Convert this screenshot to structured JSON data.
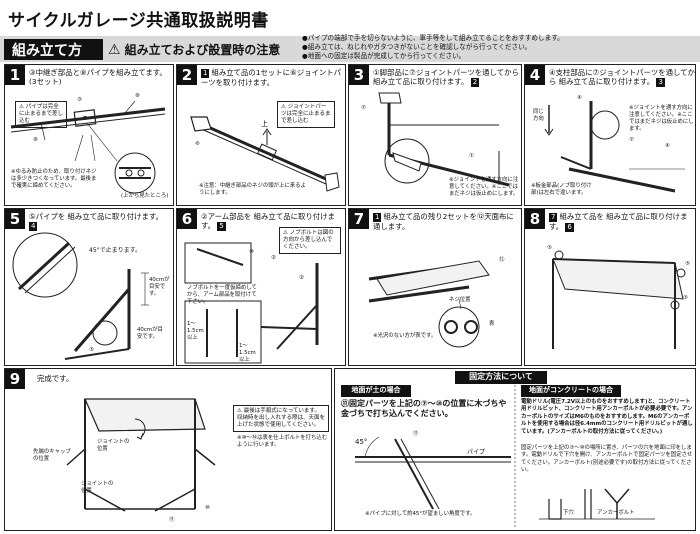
{
  "header": {
    "title": "サイクルガレージ共通取扱説明書",
    "section": "組み立て方",
    "warning_heading": "組み立ておよび設置時の注意",
    "notes": [
      "●パイプの端部で手を切らないように、軍手等をして組み立てることをおすすめします。",
      "●組み立ては、ねじれやガタつきがないことを確認しながら行ってください。",
      "●地面への固定は製品が完成してから行ってください。"
    ]
  },
  "steps": [
    {
      "num": "1",
      "text": "③中継ぎ部品と⑧パイプを組み立てます。(3セット)",
      "sub": "",
      "warning": "パイプは完全に止まるまで差し込む",
      "notes": "※ゆるみ防止のため、取り付けネジは多少きつくなっています。最後まで確実に締めてください。",
      "labels": [
        "⑧",
        "③",
        "⑧",
        "(上から見たところ)"
      ]
    },
    {
      "num": "2",
      "ref": "1",
      "text": "組み立て品の1セットに⑥ジョイントパーツを取り付けます。",
      "warning": "ジョイントパーツは完全に止まるまで差し込む",
      "notes": "※注意：中継ぎ部品のネジの頭が上に来るようにします。",
      "labels": [
        "上",
        "⑥"
      ]
    },
    {
      "num": "3",
      "ref": "2",
      "text": "①脚部品に⑦ジョイントパーツを通してから  組み立て品に取り付けます。",
      "notes": "※ジョイントを通す方向に注意してください。※ここではまだネジは仮止めにします。",
      "labels": [
        "⑦",
        "①"
      ]
    },
    {
      "num": "4",
      "ref": "3",
      "text": "④支柱部品に⑦ジョイントパーツを通してから  組み立て品に取り付けます。",
      "notes": "※ジョイントを通す方向に注意してください。※ここではまだネジは仮止めにします。",
      "notes2": "※板金部品(ノブ取り付け部)は左右で違います。",
      "labels": [
        "同じ方向",
        "④",
        "⑦",
        "④"
      ]
    },
    {
      "num": "5",
      "ref": "4",
      "text": "⑤パイプを  組み立て品に取り付けます。",
      "labels": [
        "45°で止まります。",
        "40cmが目安です。",
        "40cmが目安です。",
        "⑤"
      ]
    },
    {
      "num": "6",
      "ref": "5",
      "text": "②アーム部品を  組み立て品に取り付けます。",
      "warning": "ノブボルトは図の方向から差し込んでください。",
      "notes": "ノブボルトを一度仮締めしてから、アーム部品を取付けて下さい。",
      "labels": [
        "②",
        "②",
        "⑩",
        "1～1.5cm以上",
        "1～1.5cm以上"
      ]
    },
    {
      "num": "7",
      "ref": "1",
      "text": "組み立て品の残り2セットを⑫天面布に通します。",
      "notes": "※光沢のない方が表です。",
      "labels": [
        "ネジ位置",
        "表",
        "⑫"
      ]
    },
    {
      "num": "8",
      "ref": "7",
      "ref2": "6",
      "text": "組み立て品を  組み立て品に取り付けます。",
      "labels": [
        "⑤",
        "⑤",
        "⑤"
      ]
    },
    {
      "num": "9",
      "text": "完成です。",
      "warning": "最後は手順式になっています。収納時を出し入れする際は、天面を上げた状態で使用してください。",
      "notes": "※⑩～⑭は表を仕上ボルトを打ち込むように行います。",
      "labels": [
        "先端のキャップの位置",
        "ジョイントの位置",
        "ジョイントの位置",
        "⑪",
        "⑩"
      ]
    }
  ],
  "fixing": {
    "heading": "固定方法について",
    "soil": {
      "title": "地面が土の場合",
      "text": "⑪固定パーツを上記の⑦～⑩の位置に木づちや金づちで打ち込んでください。",
      "labels": [
        "45°",
        "⑪",
        "パイプ"
      ],
      "note": "※パイプに対して約45°が望ましい角度です。"
    },
    "concrete": {
      "title": "地面がコンクリートの場合",
      "text": "電動ドリル(電圧7.2V以上のものをおすすめします)と、コンクリート用ドリルビット、コンクリート用アンカーボルトが必要必要です。アンカーボルトのサイズはM6のものをおすすめします。M6のアンカーボルトを使用する場合は径6.4mmのコンクリート用ドリルビットが適しています。(アンカーボルトの取付方法に従ってください。)",
      "text2": "固定パーツを上記の⑦～⑩の場所に置き、パーツの穴を地面に印をします。電動ドリルで下穴を開け、アンカーボルトで固定パーツを固定させてください。アンカーボルト(別途必要です)の取付方法に従ってください。",
      "labels": [
        "下穴",
        "アンカーボルト"
      ]
    }
  }
}
